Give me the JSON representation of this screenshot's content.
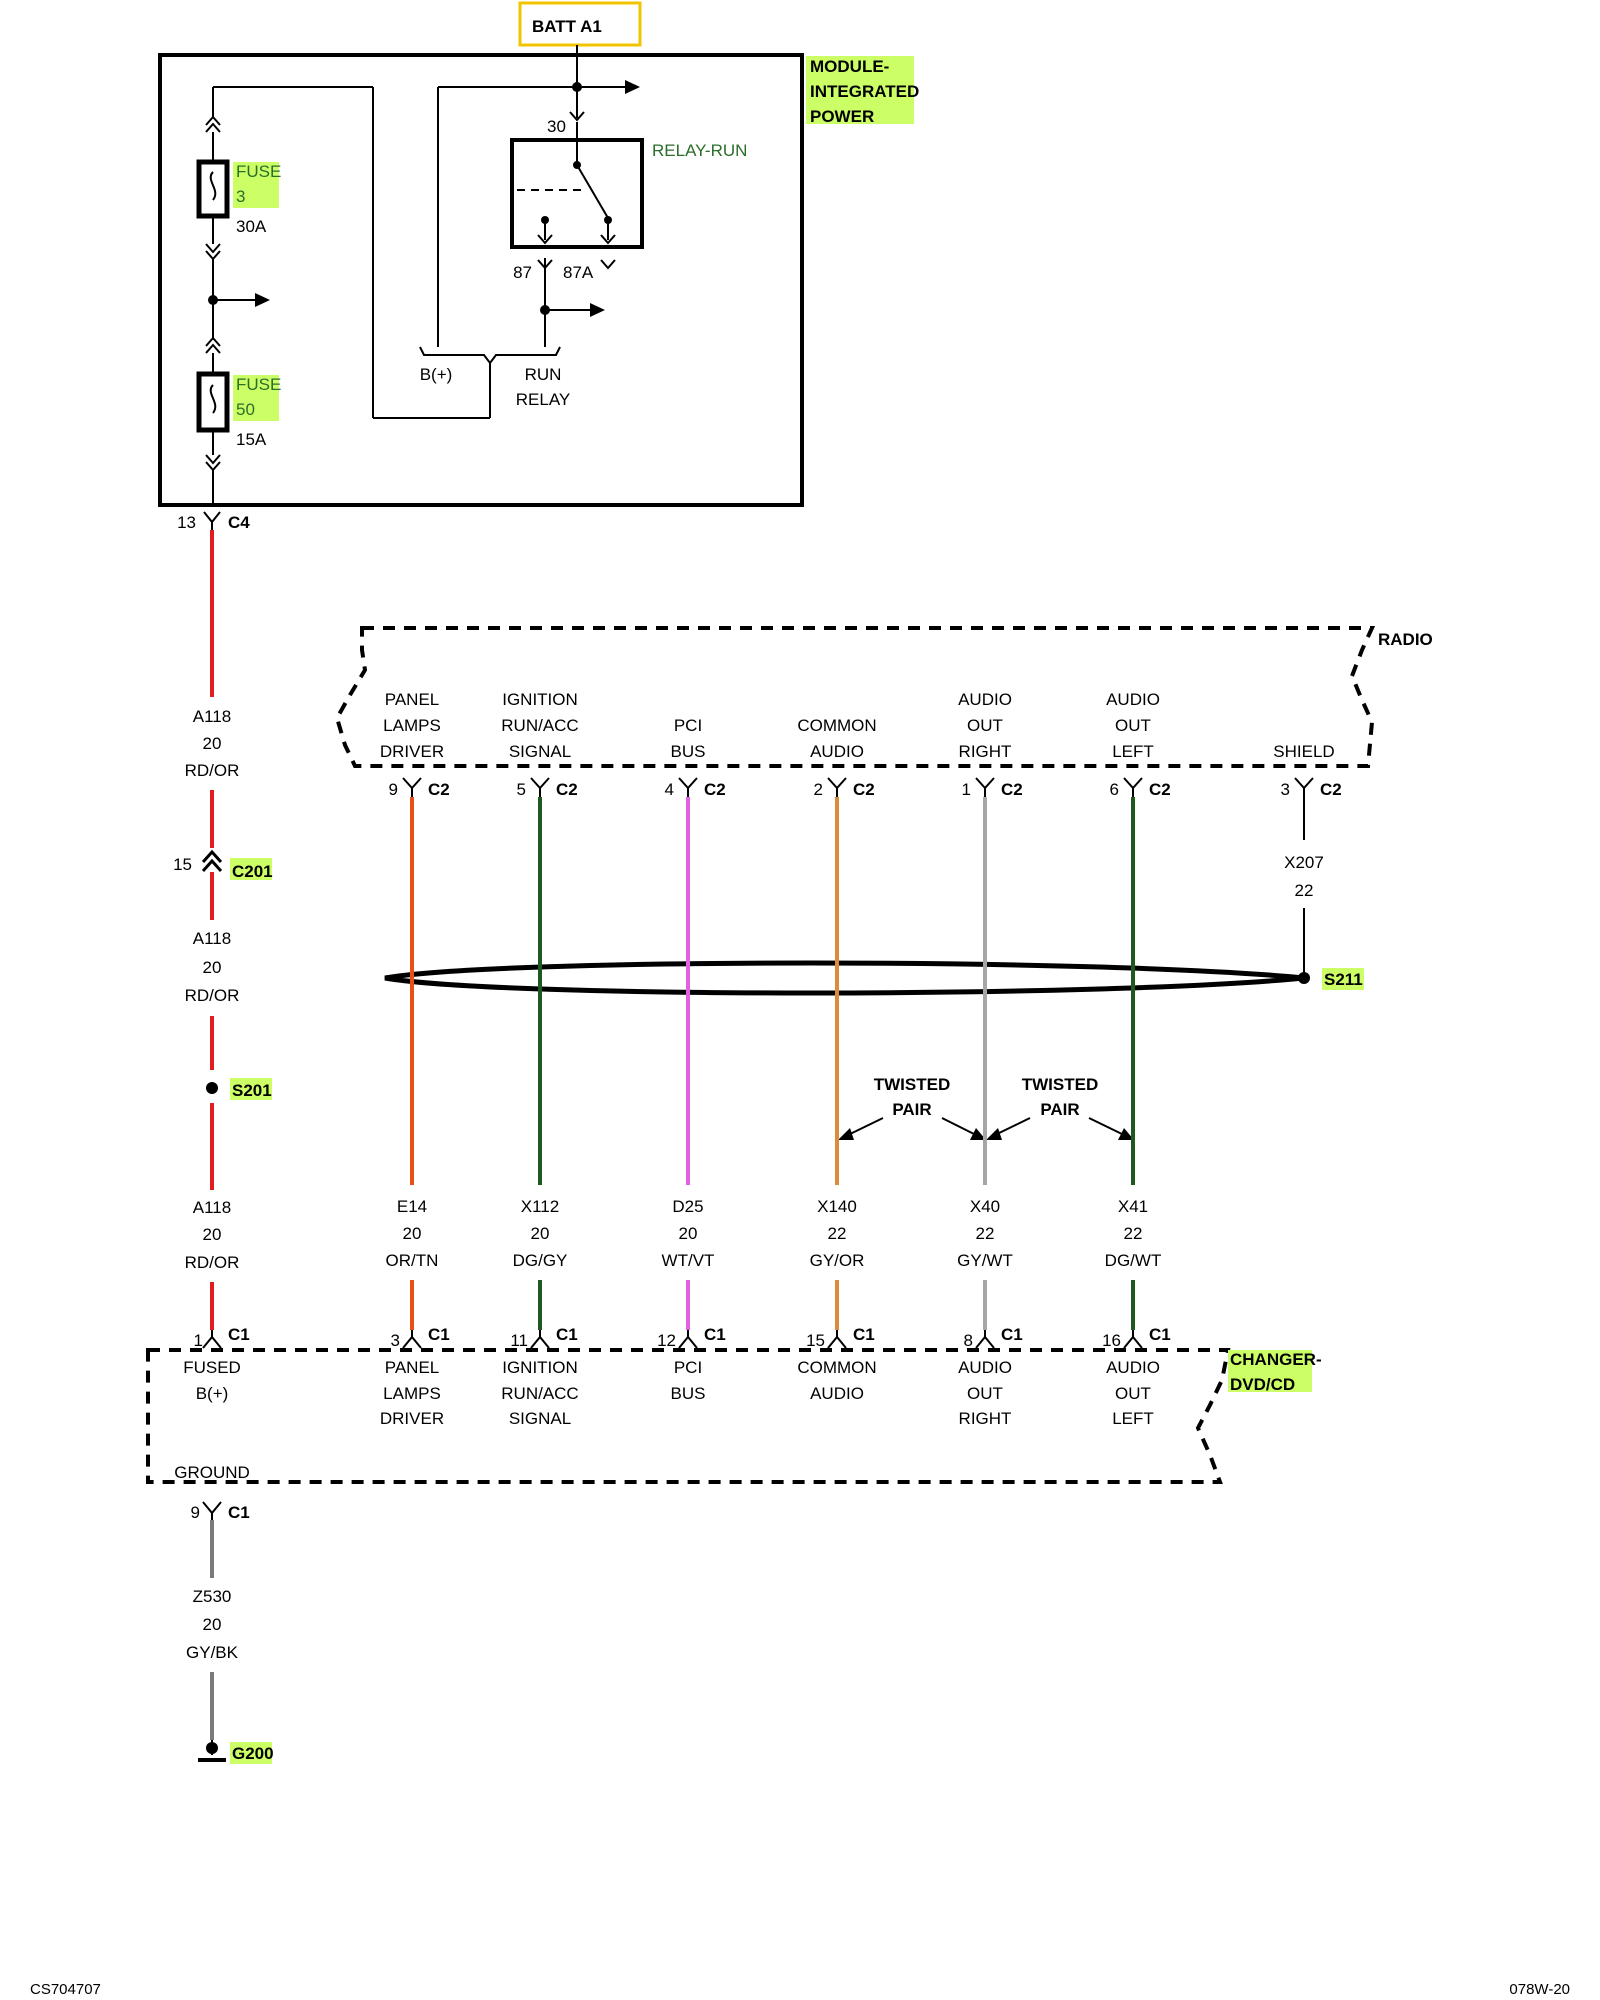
{
  "batt": "BATT A1",
  "module": {
    "line1": "MODULE-",
    "line2": "INTEGRATED",
    "line3": "POWER"
  },
  "relay": {
    "label": "RELAY-RUN",
    "pin30": "30",
    "pin87": "87",
    "pin87a": "87A",
    "bplus": "B(+)",
    "run_line1": "RUN",
    "run_line2": "RELAY"
  },
  "fuse3": {
    "word": "FUSE",
    "num": "3",
    "rating": "30A"
  },
  "fuse50": {
    "word": "FUSE",
    "num": "50",
    "rating": "15A"
  },
  "c4": {
    "pin": "13",
    "conn": "C4"
  },
  "radio": {
    "title": "RADIO"
  },
  "radio_pins": [
    {
      "line1": "PANEL",
      "line2": "LAMPS",
      "line3": "DRIVER",
      "pin": "9",
      "conn": "C2",
      "color": "#e8501a"
    },
    {
      "line1": "IGNITION",
      "line2": "RUN/ACC",
      "line3": "SIGNAL",
      "pin": "5",
      "conn": "C2",
      "color": "#1e5a1e"
    },
    {
      "line1": "",
      "line2": "PCI",
      "line3": "BUS",
      "pin": "4",
      "conn": "C2",
      "color": "#e060e0"
    },
    {
      "line1": "",
      "line2": "COMMON",
      "line3": "AUDIO",
      "pin": "2",
      "conn": "C2",
      "color": "#d98c3a"
    },
    {
      "line1": "AUDIO",
      "line2": "OUT",
      "line3": "RIGHT",
      "pin": "1",
      "conn": "C2",
      "color": "#a6a6a6"
    },
    {
      "line1": "AUDIO",
      "line2": "OUT",
      "line3": "LEFT",
      "pin": "6",
      "conn": "C2",
      "color": "#1e5a1e"
    },
    {
      "line1": "",
      "line2": "",
      "line3": "SHIELD",
      "pin": "3",
      "conn": "C2",
      "color": "#000000"
    }
  ],
  "shield_wire": {
    "code": "X207",
    "gauge": "22"
  },
  "s211": "S211",
  "twisted": [
    {
      "line1": "TWISTED",
      "line2": "PAIR"
    },
    {
      "line1": "TWISTED",
      "line2": "PAIR"
    }
  ],
  "feed": {
    "seg1": {
      "code": "A118",
      "gauge": "20",
      "color": "RD/OR"
    },
    "c201": {
      "pin": "15",
      "conn": "C201"
    },
    "seg2": {
      "code": "A118",
      "gauge": "20",
      "color": "RD/OR"
    },
    "s201": "S201",
    "seg3": {
      "code": "A118",
      "gauge": "20",
      "color": "RD/OR"
    },
    "wire_color": "#e01e1e"
  },
  "wires": [
    {
      "code": "E14",
      "gauge": "20",
      "color": "OR/TN"
    },
    {
      "code": "X112",
      "gauge": "20",
      "color": "DG/GY"
    },
    {
      "code": "D25",
      "gauge": "20",
      "color": "WT/VT"
    },
    {
      "code": "X140",
      "gauge": "22",
      "color": "GY/OR"
    },
    {
      "code": "X40",
      "gauge": "22",
      "color": "GY/WT"
    },
    {
      "code": "X41",
      "gauge": "22",
      "color": "DG/WT"
    }
  ],
  "changer": {
    "title_line1": "CHANGER-",
    "title_line2": "DVD/CD",
    "fused_line1": "FUSED",
    "fused_line2": "B(+)",
    "fused_pin": "1",
    "fused_conn": "C1",
    "ground_label": "GROUND",
    "ground_pin": "9",
    "ground_conn": "C1"
  },
  "changer_pins": [
    {
      "line1": "PANEL",
      "line2": "LAMPS",
      "line3": "DRIVER",
      "pin": "3",
      "conn": "C1"
    },
    {
      "line1": "IGNITION",
      "line2": "RUN/ACC",
      "line3": "SIGNAL",
      "pin": "11",
      "conn": "C1"
    },
    {
      "line1": "PCI",
      "line2": "BUS",
      "line3": "",
      "pin": "12",
      "conn": "C1"
    },
    {
      "line1": "COMMON",
      "line2": "AUDIO",
      "line3": "",
      "pin": "15",
      "conn": "C1"
    },
    {
      "line1": "AUDIO",
      "line2": "OUT",
      "line3": "RIGHT",
      "pin": "8",
      "conn": "C1"
    },
    {
      "line1": "AUDIO",
      "line2": "OUT",
      "line3": "LEFT",
      "pin": "16",
      "conn": "C1"
    }
  ],
  "ground_wire": {
    "code": "Z530",
    "gauge": "20",
    "color": "GY/BK",
    "wire_color": "#7a7a7a"
  },
  "g200": "G200",
  "footer": {
    "left": "CS704707",
    "right": "078W-20"
  }
}
